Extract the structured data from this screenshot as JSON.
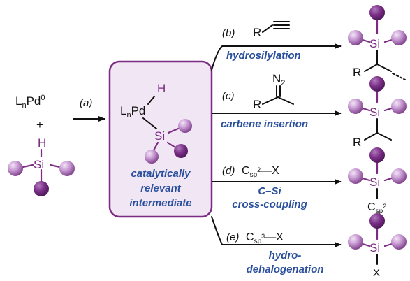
{
  "reactant_left": {
    "pd_complex": "LnPd0",
    "plus": "+",
    "silane_h": "H",
    "silane_si": "Si"
  },
  "step_a": {
    "label": "(a)"
  },
  "intermediate": {
    "h": "H",
    "pd": "LnPd",
    "si": "Si",
    "caption_lines": [
      "catalytically",
      "relevant",
      "intermediate"
    ]
  },
  "pathways": [
    {
      "label": "(b)",
      "reagent": "R",
      "name_lines": [
        "hydrosilylation"
      ]
    },
    {
      "label": "(c)",
      "reagent_n2": "N2",
      "reagent_r": "R",
      "name_lines": [
        "carbene insertion"
      ]
    },
    {
      "label": "(d)",
      "reagent": "Csp2—X",
      "name_lines": [
        "C–Si",
        "cross-coupling"
      ]
    },
    {
      "label": "(e)",
      "reagent": "Csp3—X",
      "name_lines": [
        "hydro-",
        "dehalogenation"
      ]
    }
  ],
  "products": [
    {
      "si": "Si",
      "sub": "R"
    },
    {
      "si": "Si",
      "sub": "R"
    },
    {
      "si": "Si",
      "sub": "Csp2"
    },
    {
      "si": "Si",
      "sub": "X"
    }
  ],
  "colors": {
    "purple": "#7b2b82",
    "box_fill": "#f1e7f4",
    "blue_text": "#2a4f9c"
  }
}
